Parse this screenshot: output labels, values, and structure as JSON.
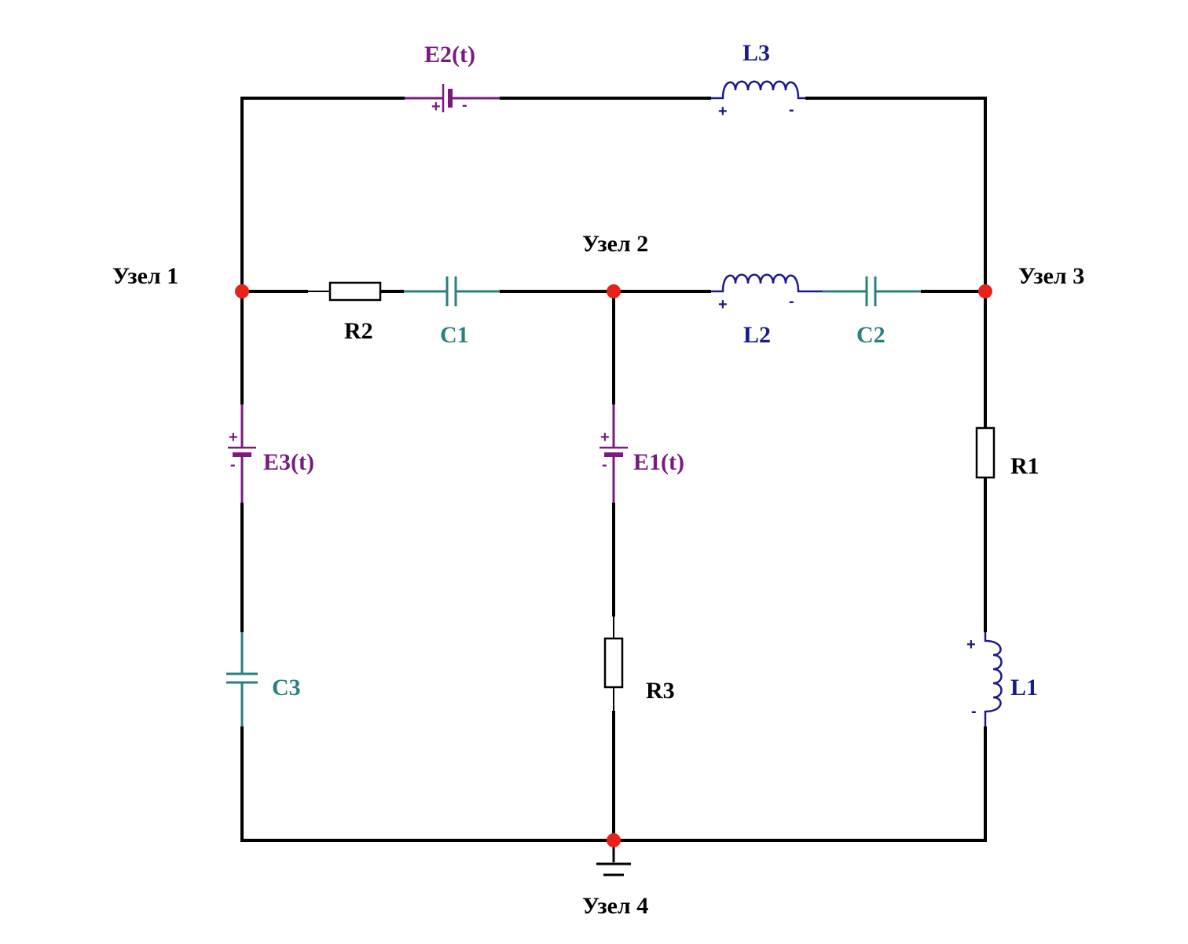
{
  "colors": {
    "wire": "#000000",
    "source": "#7a1a7e",
    "inductor": "#1a1a8c",
    "capacitor": "#2a7f7f",
    "node": "#e8221a",
    "text": "#000000"
  },
  "nodes": {
    "n1": "Узел 1",
    "n2": "Узел 2",
    "n3": "Узел 3",
    "n4": "Узел 4"
  },
  "components": {
    "E1": "E1(t)",
    "E2": "E2(t)",
    "E3": "E3(t)",
    "R1": "R1",
    "R2": "R2",
    "R3": "R3",
    "L1": "L1",
    "L2": "L2",
    "L3": "L3",
    "C1": "C1",
    "C2": "C2",
    "C3": "C3"
  },
  "polarity": {
    "plus": "+",
    "minus": "-"
  }
}
